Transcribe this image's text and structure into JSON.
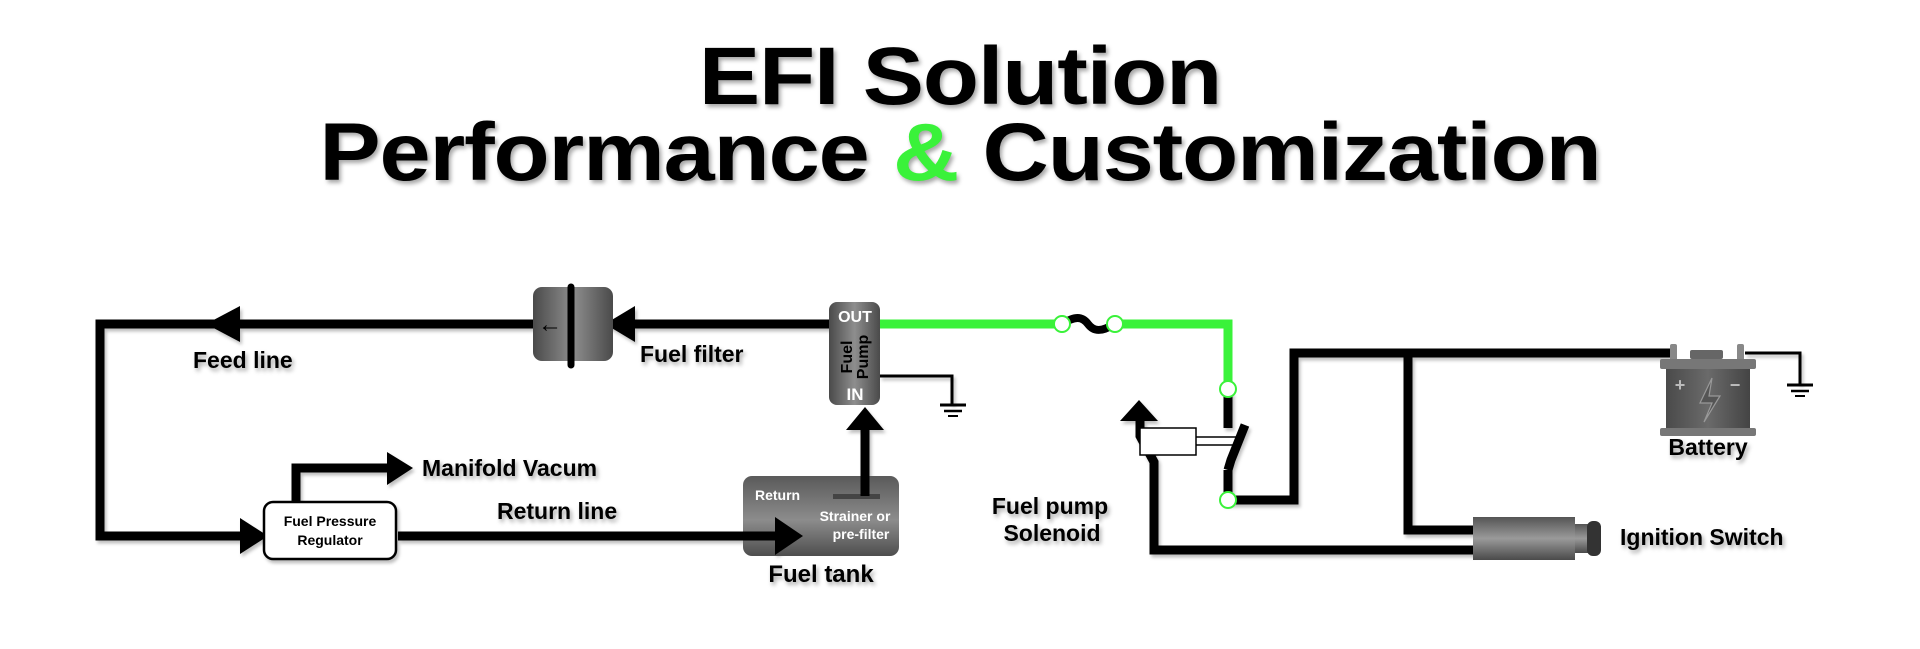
{
  "title": {
    "line1": "EFI Solution",
    "line2_part1": "Performance ",
    "line2_amp": "&",
    "line2_part2": " Customization"
  },
  "colors": {
    "power_wire": "#3af23a",
    "wire": "#000000",
    "component_gray": "#6b6b6b",
    "background": "#ffffff"
  },
  "fuel_system": {
    "feed_line": "Feed line",
    "fuel_filter": "Fuel filter",
    "fuel_pump": {
      "out": "OUT",
      "name_line1": "Fuel",
      "name_line2": "Pump",
      "in": "IN"
    },
    "regulator": {
      "line1": "Fuel Pressure",
      "line2": "Regulator"
    },
    "manifold_vacuum": "Manifold Vacum",
    "return_line": "Return line",
    "fuel_tank": {
      "label": "Fuel tank",
      "return": "Return",
      "strainer_line1": "Strainer or",
      "strainer_line2": "pre-filter"
    }
  },
  "electrical_system": {
    "solenoid_line1": "Fuel pump",
    "solenoid_line2": "Solenoid",
    "battery": "Battery",
    "battery_plus": "+",
    "battery_minus": "−",
    "ignition_switch": "Ignition Switch"
  },
  "icons": {
    "filter_arrow": "←",
    "ground": "ground-icon",
    "fuse": "fuse-icon",
    "battery": "battery-icon",
    "bolt": "lightning-bolt-icon"
  }
}
